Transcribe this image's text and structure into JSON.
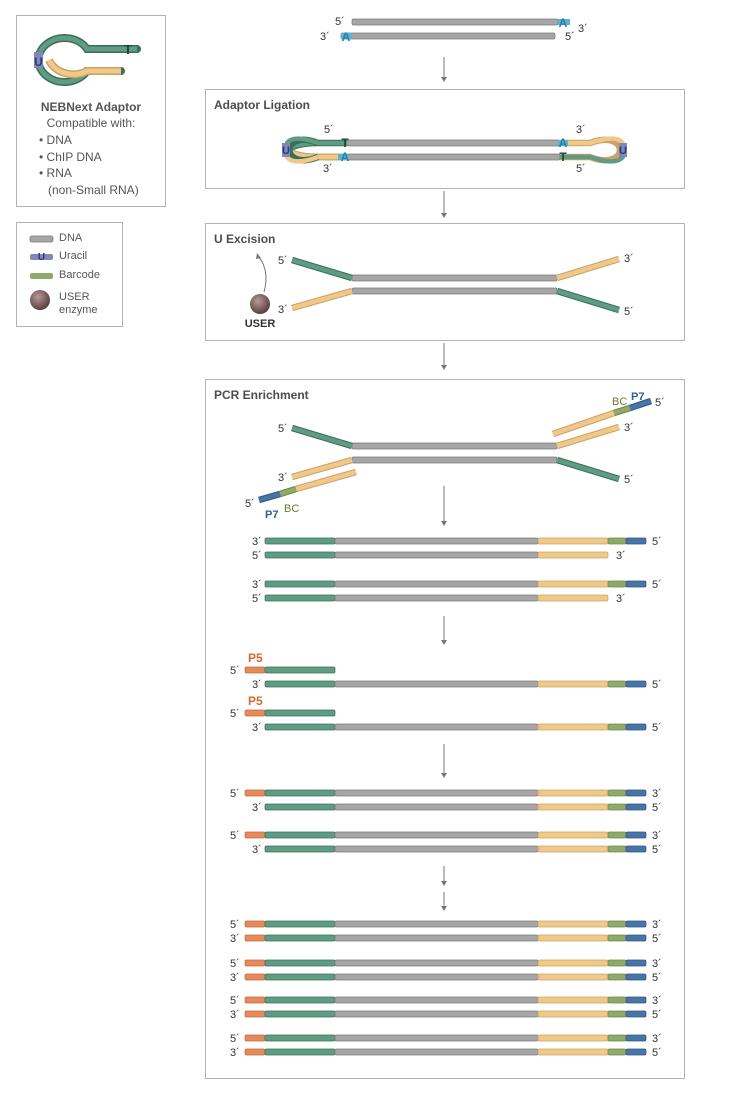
{
  "adaptor_box": {
    "title": "NEBNext Adaptor",
    "subtitle": "Compatible with:",
    "items": [
      "DNA",
      "ChIP DNA",
      "RNA",
      "(non-Small RNA)"
    ],
    "u_label": "U",
    "t_label": "T"
  },
  "key": {
    "items": [
      {
        "label": "DNA",
        "icon": "dna-strand-icon"
      },
      {
        "label": "Uracil",
        "icon": "uracil-icon",
        "glyph": "U"
      },
      {
        "label": "Barcode",
        "icon": "barcode-icon"
      },
      {
        "label": "USER",
        "label2": "enzyme",
        "icon": "user-enzyme-icon"
      }
    ]
  },
  "steps": {
    "ligation": "Adaptor Ligation",
    "excision": "U Excision",
    "pcr": "PCR Enrichment"
  },
  "labels": {
    "five": "5´",
    "three": "3´",
    "A": "A",
    "T": "T",
    "U": "U",
    "user": "USER",
    "p7": "P7",
    "p5": "P5",
    "bc": "BC"
  },
  "colors": {
    "dna": "#a6a6a6",
    "adaptor_green": "#5e9c83",
    "adaptor_tan": "#efc88a",
    "uracil": "#7f88b9",
    "barcode": "#8faa6a",
    "p7": "#4a74a6",
    "p5": "#e58a5a",
    "a_base": "#58b3d6",
    "user_enzyme": "#6e4f4f",
    "p5_text": "#d4692c",
    "p7_text": "#2f5f94",
    "bc_text": "#6b7d2a"
  }
}
